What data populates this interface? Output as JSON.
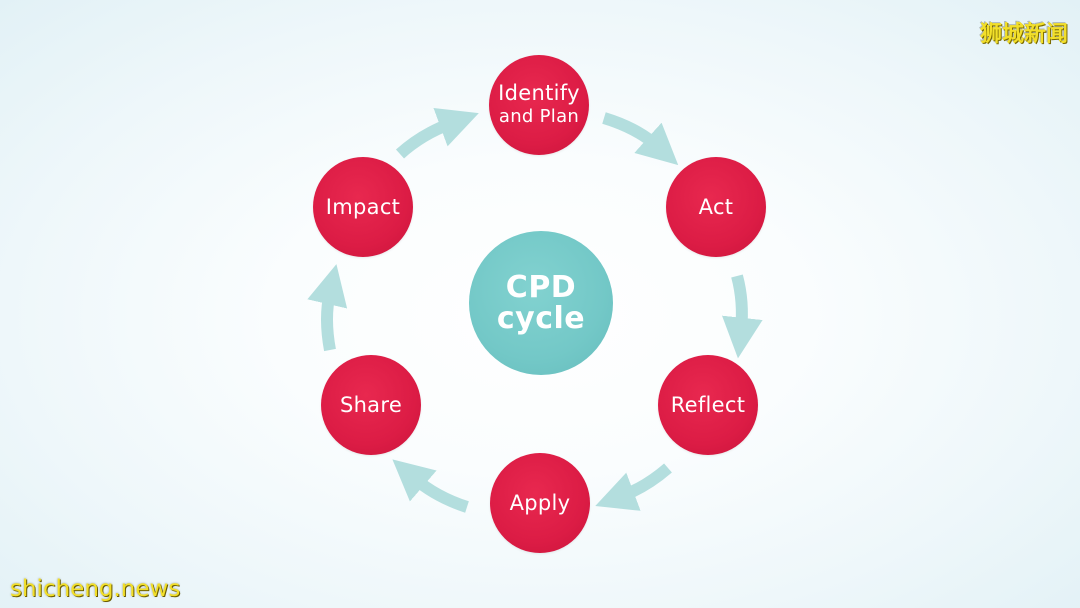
{
  "diagram": {
    "center": {
      "line1": "CPD",
      "line2": "cycle"
    },
    "nodes": [
      {
        "id": "identify-and-plan",
        "line1": "Identify",
        "line2": "and Plan"
      },
      {
        "id": "act",
        "label": "Act"
      },
      {
        "id": "reflect",
        "label": "Reflect"
      },
      {
        "id": "apply",
        "label": "Apply"
      },
      {
        "id": "share",
        "label": "Share"
      },
      {
        "id": "impact",
        "label": "Impact"
      }
    ],
    "colors": {
      "node": "#dc1c45",
      "center": "#73c8c7",
      "arrow": "#b3dede",
      "text": "#ffffff"
    }
  },
  "watermarks": {
    "top_right": "狮城新闻",
    "bottom_left": "shicheng.news"
  }
}
